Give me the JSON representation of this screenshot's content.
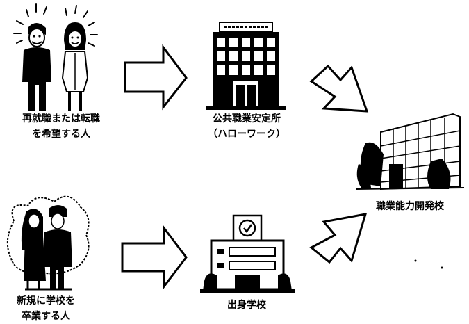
{
  "labels": {
    "job_seeker": [
      "再就職または転職",
      "を希望する人"
    ],
    "hello_work": [
      "公共職業安定所",
      "（ハローワーク）"
    ],
    "vocational_school": "職業能力開発校",
    "new_graduate": [
      "新規に学校を",
      "卒業する人"
    ],
    "alma_mater": "出身学校"
  },
  "colors": {
    "ink": "#000000",
    "paper": "#ffffff"
  },
  "icons": {
    "job_seekers": "couple-icon",
    "hello_work": "office-building-icon",
    "vocational_school": "school-campus-icon",
    "graduates": "graduates-icon",
    "alma_mater": "school-clock-icon",
    "arrows": "outline-arrow-icon"
  }
}
